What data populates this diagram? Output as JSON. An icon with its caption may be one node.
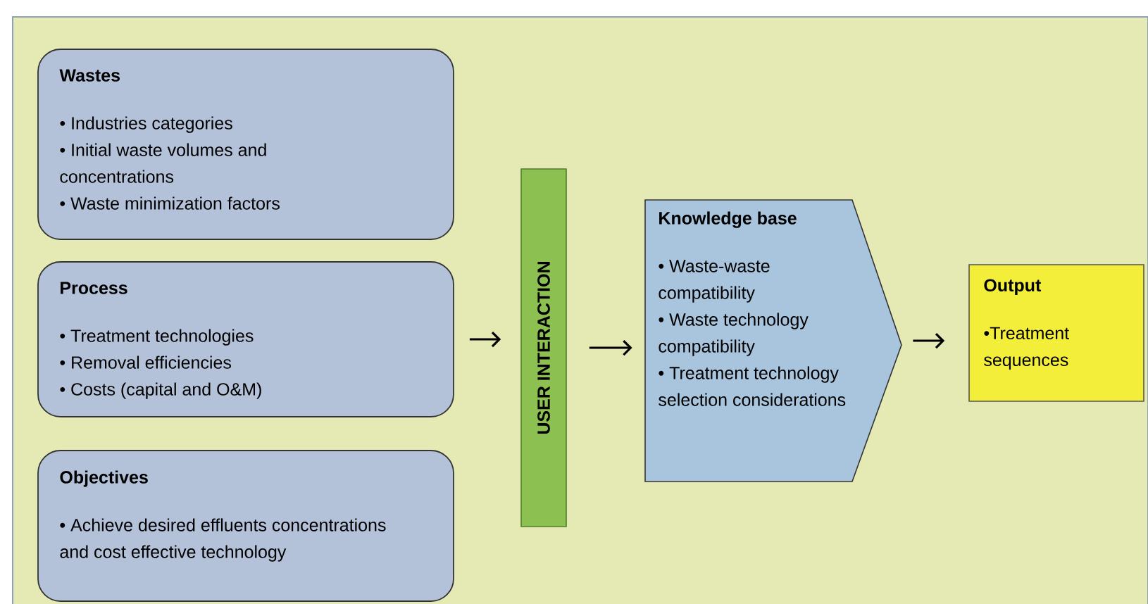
{
  "diagram": {
    "nodes": [
      {
        "text": [
          "Wastes",
          "• Industries categories",
          "• Initial waste volumes and concentrations",
          "• Waste minimization factors"
        ]
      },
      {
        "text": [
          "Process",
          "• Treatment technologies",
          "• Removal efficiencies",
          "• Costs (capital and O&M)"
        ]
      },
      {
        "text": [
          "Objectives",
          "• Achieve desired effluents concentrations and cost effective technology"
        ]
      },
      {
        "text": [
          "USER INTERACTION"
        ]
      },
      {
        "text": [
          "Knowledge base",
          "• Waste-waste compatibility",
          "• Waste technology compatibility",
          "• Treatment technology selection considerations"
        ]
      },
      {
        "text": [
          "Output",
          "•Treatment sequences"
        ]
      }
    ],
    "edges": [
      {
        "from": 1,
        "to": 3,
        "arrow": "to"
      },
      {
        "from": 3,
        "to": 4,
        "arrow": "to"
      },
      {
        "from": 4,
        "to": 5,
        "arrow": "to"
      }
    ]
  }
}
